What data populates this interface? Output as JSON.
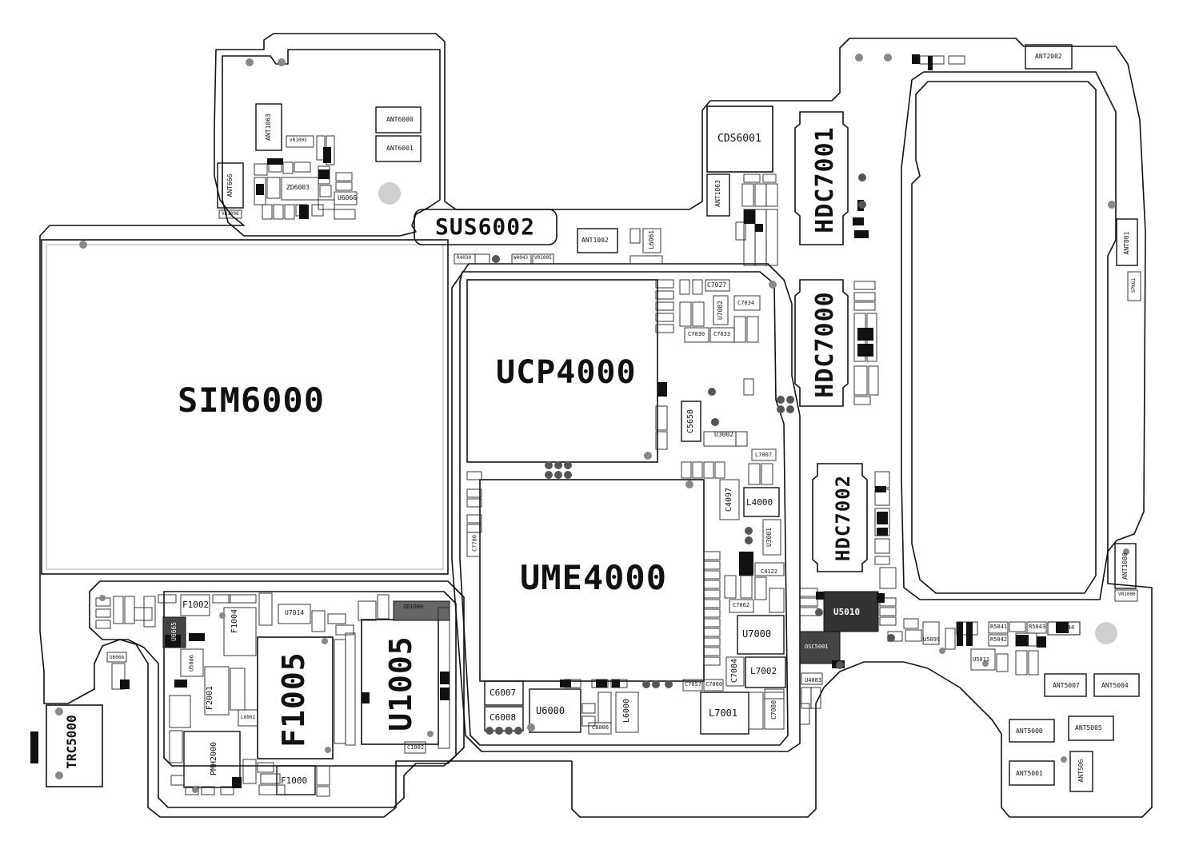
{
  "labels": {
    "sim6000": "SIM6000",
    "ucp4000": "UCP4000",
    "ume4000": "UME4000",
    "f1005": "F1005",
    "u1005": "U1005",
    "sus6002": "SUS6002",
    "hdc7001": "HDC7001",
    "hdc7000": "HDC7000",
    "hdc7002": "HDC7002",
    "trc5000": "TRC5000",
    "cds6001": "CDS6001",
    "ant6000": "ANT6000",
    "ant6001": "ANT6001",
    "ant1063_top": "ANT1063",
    "ant666": "ANT666",
    "zd6003": "ZD6003",
    "u6066": "U6066",
    "ant1002": "ANT1002",
    "l6061": "L6061",
    "ant1063_mid": "ANT1063",
    "ant2002": "ANT2002",
    "ant001": "ANT001",
    "spkg1": "SPKG1",
    "ant1080": "ANT1080",
    "vr1000": "VR1000",
    "ant5007": "ANT5007",
    "ant5004": "ANT5004",
    "ant5000": "ANT5000",
    "ant5005": "ANT5005",
    "ant5001": "ANT5001",
    "ant506": "ANT506",
    "u5010": "U5010",
    "osc5001": "OSC5001",
    "u4083": "U4083",
    "u5099": "U5099",
    "u5011": "U5011",
    "r5041": "R5041",
    "r5042": "R5042",
    "r5043": "R5043",
    "r5044": "R5044",
    "c5658": "C5658",
    "u3002": "U3002",
    "c4097": "C4097",
    "l4000": "L4000",
    "u3001": "U3001",
    "l7007": "L7007",
    "c4122": "C4122",
    "c7062": "C7062",
    "u7000": "U7000",
    "l7002": "L7002",
    "c7084": "C7084",
    "l7001": "L7001",
    "c7080": "C7080",
    "c7057": "C7057",
    "c7060": "C7060",
    "c6007": "C6007",
    "c6008": "C6008",
    "u6000": "U6000",
    "l6000": "L6000",
    "c6006": "C6006",
    "c7027": "C7027",
    "u7082": "U7082",
    "c7034": "C7034",
    "c7030": "C7030",
    "c7033": "C7033",
    "f1002": "F1002",
    "f1004": "F1004",
    "u7014": "U7014",
    "u6665": "U6665",
    "u6066_low": "U6066",
    "u5006": "U5006",
    "f2001": "F2001",
    "pmh2000": "PMH2000",
    "f1000": "F1000",
    "zd1000": "ZD1000",
    "c1002": "C1002",
    "r4030": "R4030",
    "w4043": "W4043",
    "vr1005": "VR1005",
    "vr1003": "VR1003",
    "vr1006": "VR1006",
    "c7780": "C7780",
    "l6002": "L6002"
  }
}
